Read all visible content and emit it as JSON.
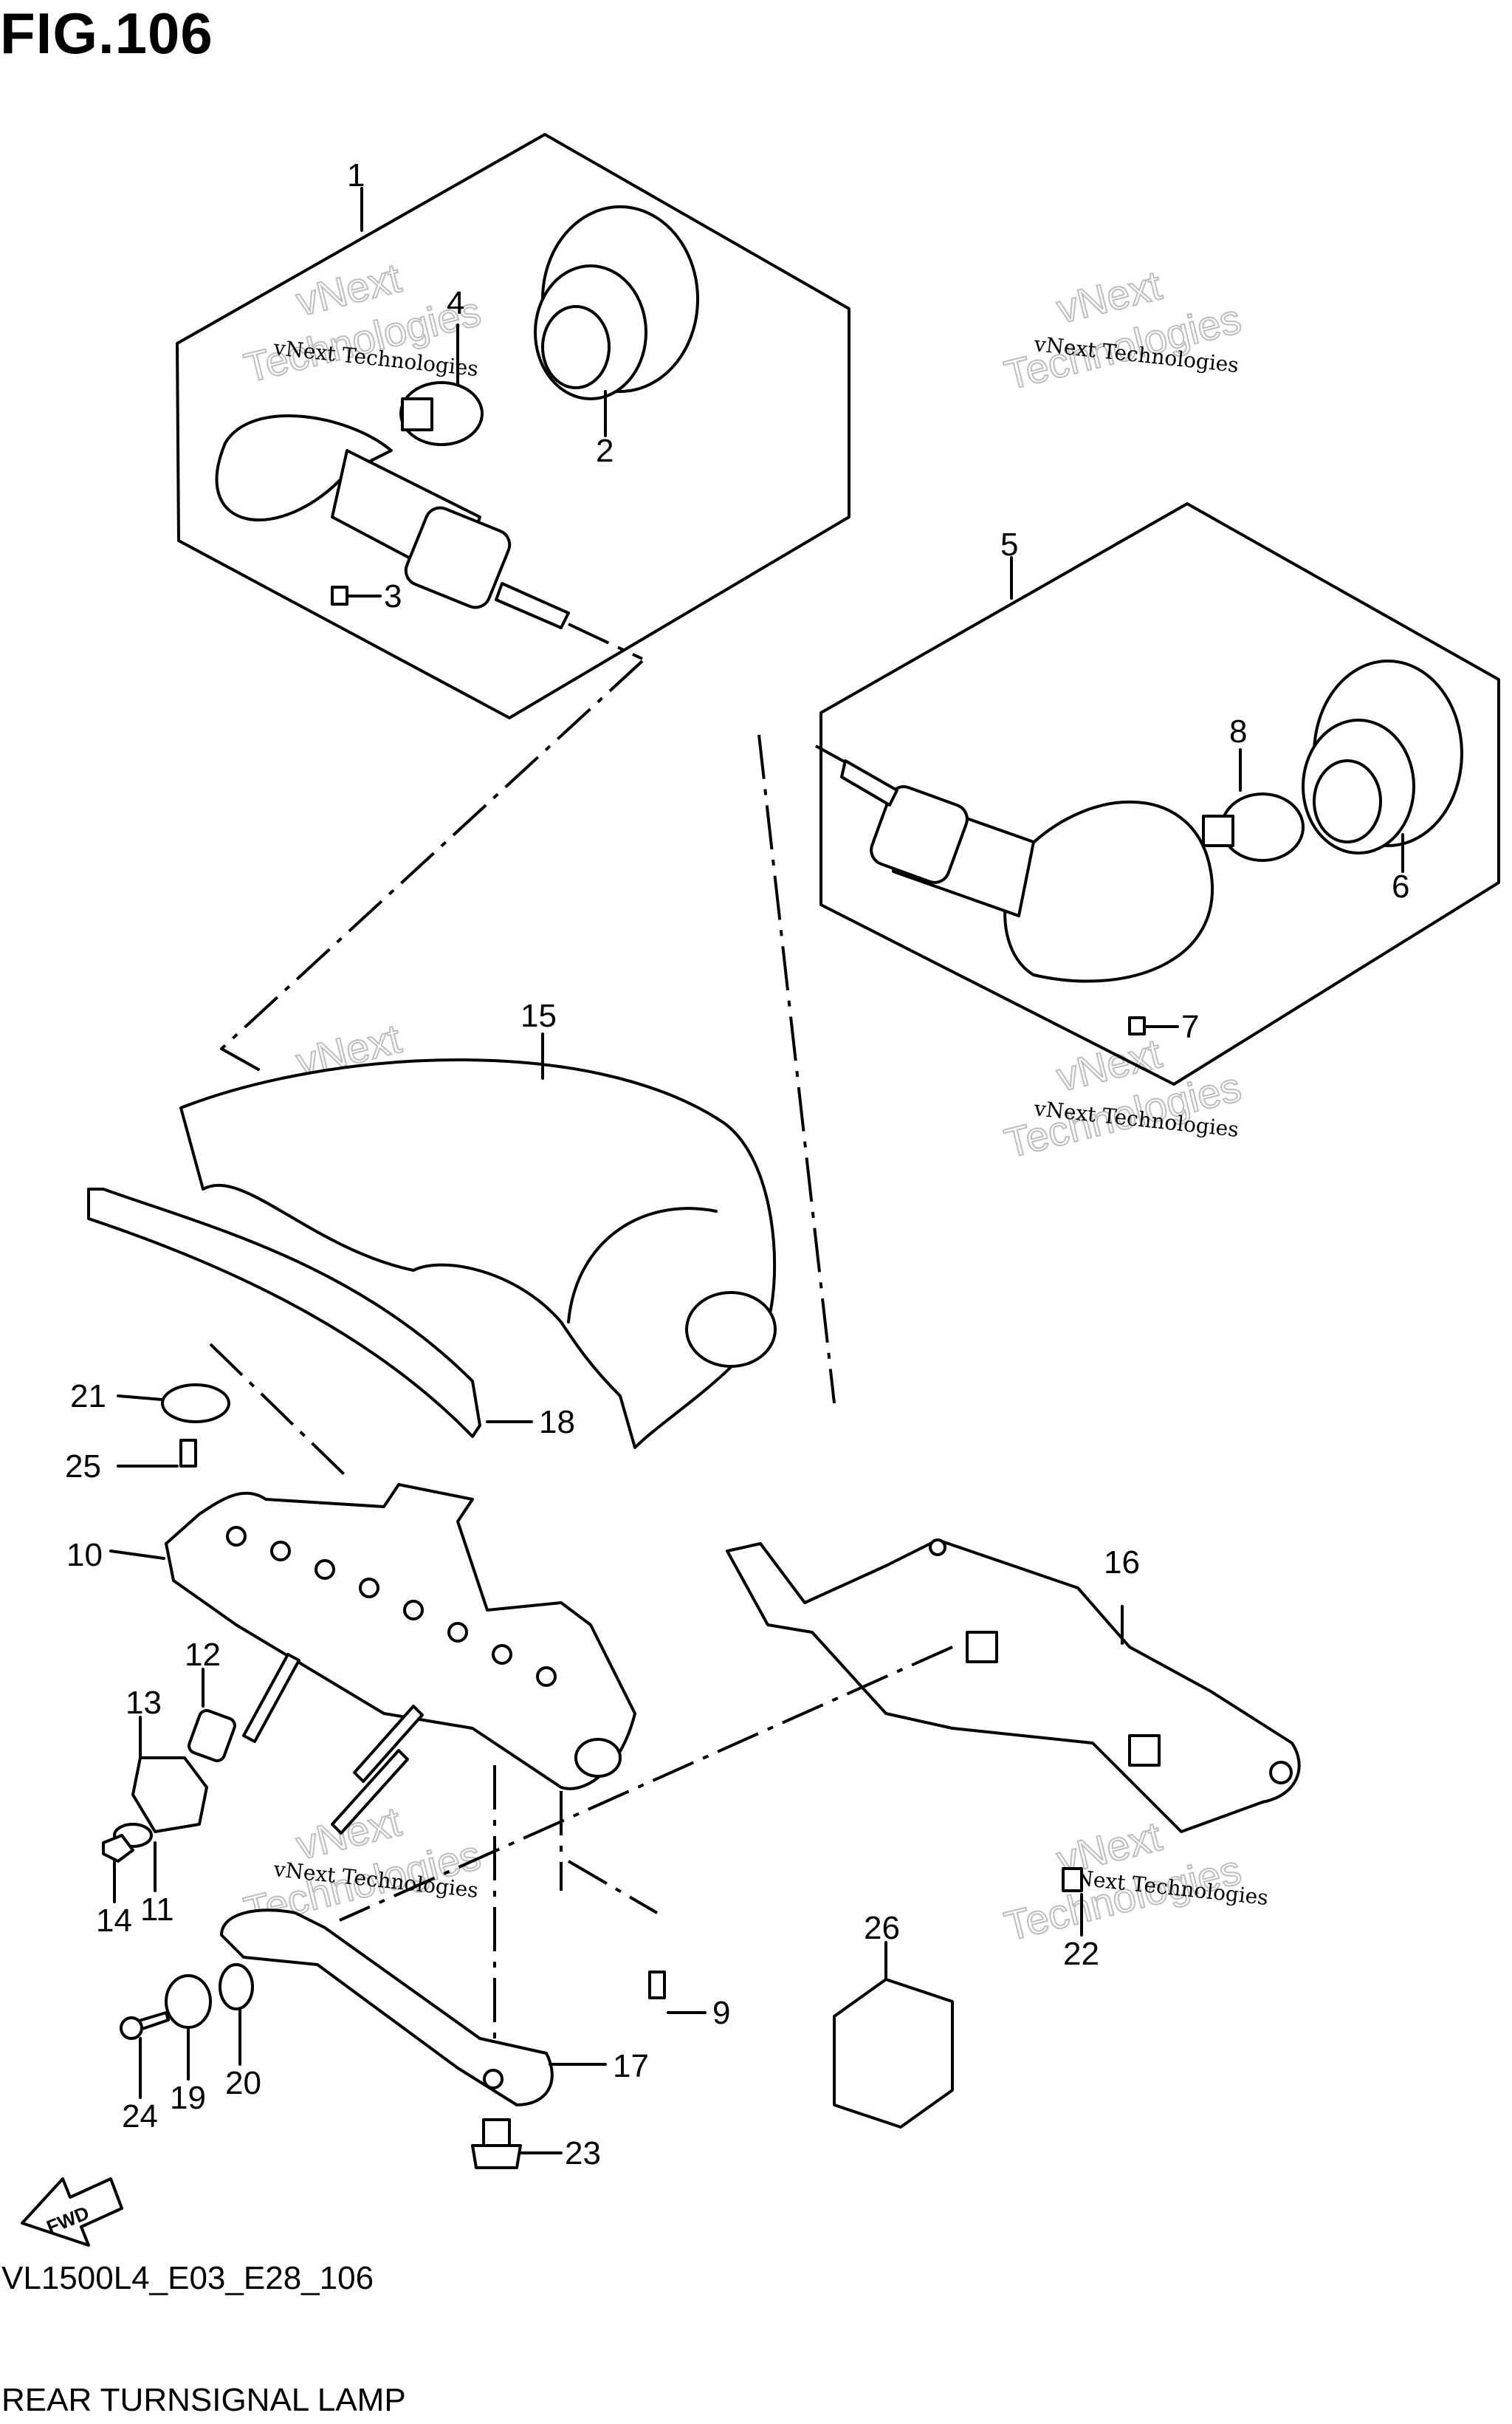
{
  "figure": {
    "title": "FIG.106",
    "model_code": "VL1500L4_E03_E28_106",
    "name": "REAR TURNSIGNAL LAMP"
  },
  "part_labels": [
    "1",
    "2",
    "3",
    "4",
    "5",
    "6",
    "7",
    "8",
    "9",
    "10",
    "11",
    "12",
    "13",
    "14",
    "15",
    "16",
    "17",
    "18",
    "19",
    "20",
    "21",
    "22",
    "23",
    "24",
    "25",
    "26"
  ],
  "watermark": {
    "small": "vNext Technologies",
    "big_line1": "vNext",
    "big_line2": "Technologies"
  },
  "fwd_badge": "FWD"
}
